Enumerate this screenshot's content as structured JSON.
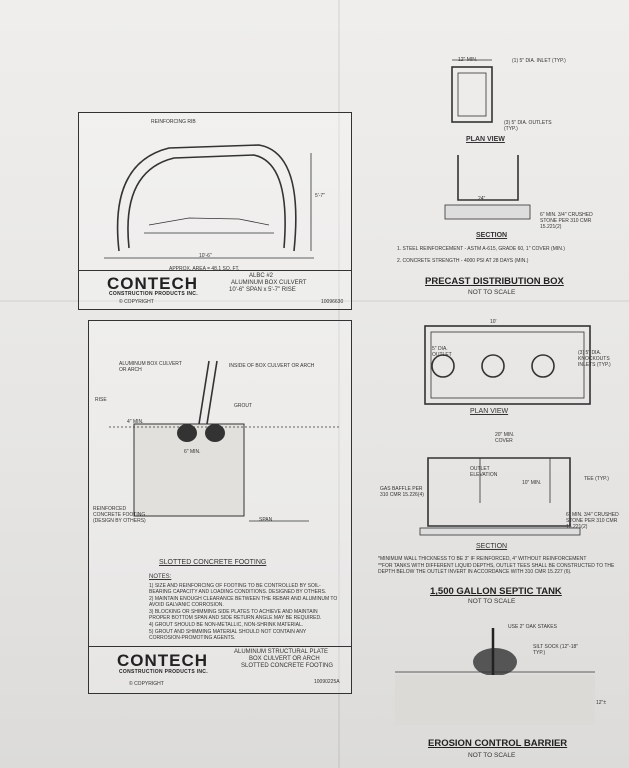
{
  "sheet": {
    "box_culvert": {
      "logo": "CONTECH",
      "logo_sub": "CONSTRUCTION PRODUCTS INC.",
      "copyright": "© COPYRIGHT",
      "title_lines": [
        "ALBC #2",
        "ALUMINUM BOX CULVERT",
        "10'-6\" SPAN x 5'-7\" RISE"
      ],
      "drawing_no": "10096630",
      "labels": {
        "reinforcing_rib": "REINFORCING RIB",
        "footer_area": "APPROX. AREA = 48.1 SQ. FT.",
        "span": "10'-6\"",
        "rise": "5'-7\""
      }
    },
    "footing": {
      "labels": {
        "box_culvert": "ALUMINUM BOX CULVERT OR ARCH",
        "inside": "INSIDE OF BOX CULVERT OR ARCH",
        "grout": "GROUT",
        "rise": "RISE",
        "four_min": "4\" MIN.",
        "six_min": "6\" MIN.",
        "span": "SPAN",
        "reinforced": "REINFORCED CONCRETE FOOTING (DESIGN BY OTHERS)"
      },
      "caption": "SLOTTED CONCRETE FOOTING",
      "notes_title": "NOTES:",
      "notes": [
        "1) SIZE AND REINFORCING OF FOOTING TO BE CONTROLLED BY SOIL-BEARING CAPACITY AND LOADING CONDITIONS. DESIGNED BY OTHERS.",
        "2) MAINTAIN ENOUGH CLEARANCE BETWEEN THE REBAR AND ALUMINUM TO AVOID GALVANIC CORROSION.",
        "3) BLOCKING OR SHIMMING SIDE PLATES TO ACHIEVE AND MAINTAIN PROPER BOTTOM SPAN AND SIDE RETURN ANGLE MAY BE REQUIRED.",
        "4) GROUT SHOULD BE NON-METALLIC, NON-SHRINK MATERIAL.",
        "5) GROUT AND SHIMMING MATERIAL SHOULD NOT CONTAIN ANY CORROSION-PROMOTING AGENTS."
      ],
      "logo": "CONTECH",
      "logo_sub": "CONSTRUCTION PRODUCTS INC.",
      "copyright": "© COPYRIGHT",
      "title_lines": [
        "ALUMINUM STRUCTURAL PLATE",
        "BOX CULVERT OR ARCH",
        "SLOTTED CONCRETE FOOTING"
      ],
      "drawing_no": "10090225A"
    },
    "distribution_box": {
      "plan_view": "PLAN VIEW",
      "section": "SECTION",
      "labels": {
        "twelve_min": "12\" MIN.",
        "inlet": "(1) 5\" DIA. INLET (TYP.)",
        "outlets": "(3) 5\" DIA. OUTLETS (TYP.)",
        "stone": "6\" MIN. 3/4\" CRUSHED STONE PER 310 CMR 15.221(2)",
        "dim24": "24\""
      },
      "notes": [
        "1.  STEEL REINFORCEMENT - ASTM A-615, GRADE 60, 1\" COVER (MIN.)",
        "2.  CONCRETE STRENGTH - 4000 PSI AT 28 DAYS (MIN.)"
      ],
      "title": "PRECAST DISTRIBUTION BOX",
      "scale": "NOT TO SCALE"
    },
    "septic_tank": {
      "plan_view": "PLAN VIEW",
      "section": "SECTION",
      "labels": {
        "ten_ft": "10'",
        "outlet": "5\" DIA. OUTLET",
        "knockout": "(3) 5\" DIA. KNOCKOUTS INLETS (TYP.)",
        "cover": "20\" MIN. COVER",
        "outlet_elev": "OUTLET ELEVATION",
        "tee": "TEE (TYP.)",
        "baffle": "GAS BAFFLE PER 310 CMR 15.226(4)",
        "stone": "6\" MIN. 3/4\" CRUSHED STONE PER 310 CMR 15.221(2)",
        "ten_min": "10\" MIN."
      },
      "notes": [
        "*MINIMUM WALL THICKNESS TO BE 3\" IF REINFORCED, 4\" WITHOUT REINFORCEMENT",
        "**FOR TANKS WITH DIFFERENT LIQUID DEPTHS, OUTLET TEES SHALL BE CONSTRUCTED TO THE DEPTH BELOW THE OUTLET INVERT IN ACCORDANCE WITH 310 CMR 15.227 (6)."
      ],
      "title": "1,500 GALLON SEPTIC TANK",
      "scale": "NOT TO SCALE"
    },
    "erosion": {
      "labels": {
        "stakes": "USE 2\" OAK STAKES",
        "sock": "SILT SOCK (12\"-18\" TYP.)",
        "dim": "12\"±"
      },
      "title": "EROSION CONTROL BARRIER",
      "scale": "NOT TO SCALE"
    }
  }
}
